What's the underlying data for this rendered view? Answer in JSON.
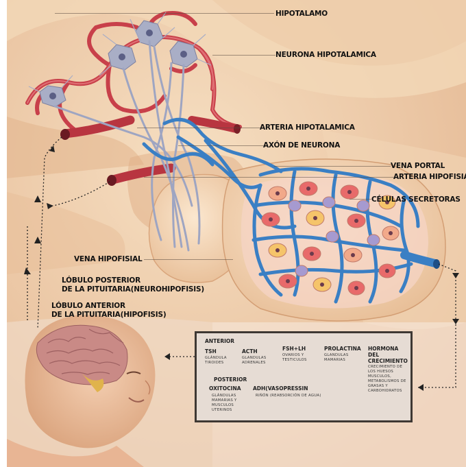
{
  "labels": {
    "hipotalamo": "HIPOTALAMO",
    "neurona": "NEURONA HIPOTALAMICA",
    "arteria_hipotalamica": "ARTERIA HIPOTALAMICA",
    "axon": "AXÓN DE NEURONA",
    "vena_portal": "VENA PORTAL",
    "arteria_hipofisial": "ARTERIA HIPOFISIAL",
    "celulas": "CÉLULAS SECRETORAS",
    "vena_hipofisial": "VENA HIPOFISIAL",
    "lobulo_posterior_1": "LÓBULO POSTERIOR",
    "lobulo_posterior_2": "DE LA PITUITARIA(NEUROHIPOFISIS)",
    "lobulo_anterior_1": "LÓBULO ANTERIOR",
    "lobulo_anterior_2": "DE LA PITUITARIA(HIPOFISIS)"
  },
  "hormones": {
    "anterior_title": "ANTERIOR",
    "posterior_title": "POSTERIOR",
    "anterior": [
      {
        "name": "TSH",
        "target": "GLÁNDULA TIROIDES"
      },
      {
        "name": "ACTH",
        "target": "GLANDULAS ADRENALES"
      },
      {
        "name": "FSH+LH",
        "target": "OVARIOS Y TESTICULOS"
      },
      {
        "name": "PROLACTINA",
        "target": "GLANDULAS MAMARIAS"
      },
      {
        "name": "HORMONA DEL CRECIMIENTO",
        "target": "CRECIMIENTO DE LOS HUESOS MUSCULOS, METABOLISMOS DE GRASAS Y CARBOHIDRATOS"
      }
    ],
    "posterior": [
      {
        "name": "OXITOCINA",
        "target": "GLÁNDULAS MAMARIAS Y MUSCULOS UTERINOS"
      },
      {
        "name": "ADH(VASOPRESSIN",
        "target": "RIÑÓN (REABSORCIÓN DE AGUA)"
      }
    ]
  },
  "colors": {
    "background_skin": "#f0d2b0",
    "artery": "#c8404a",
    "vein": "#3a7fc4",
    "neuron": "#a9aec6",
    "box_bg": "#e6dcd4"
  }
}
